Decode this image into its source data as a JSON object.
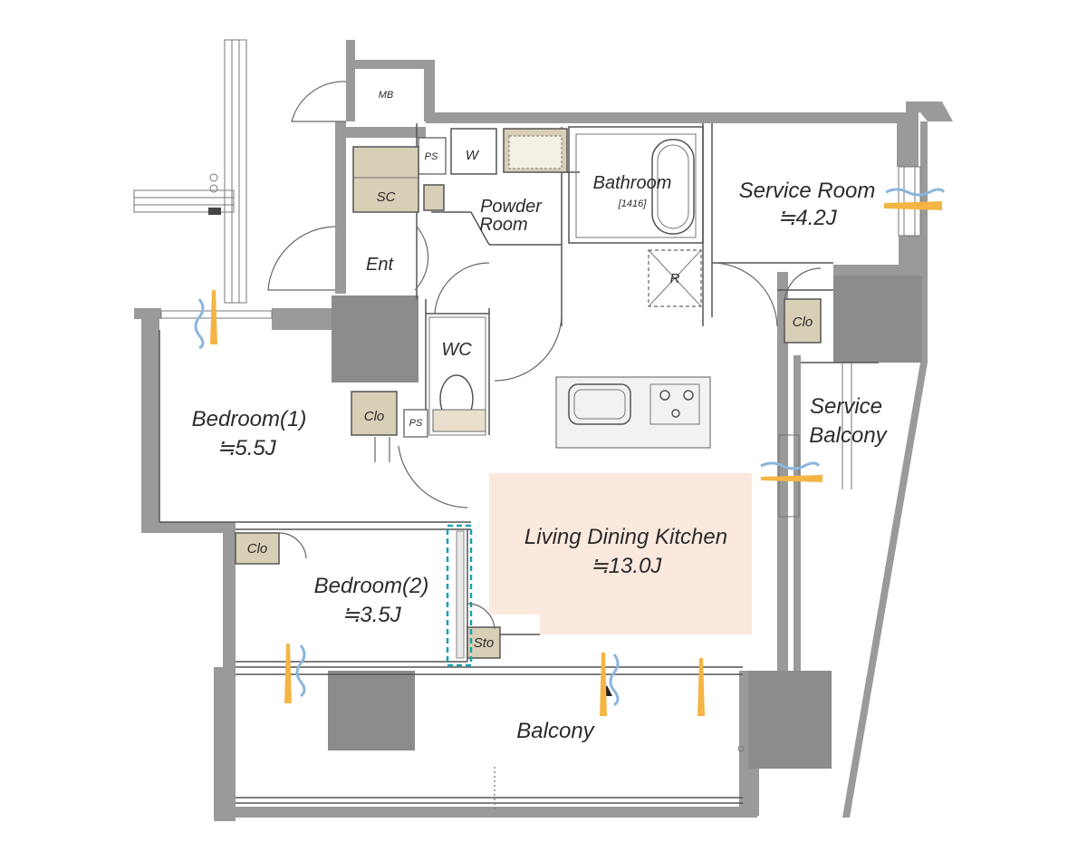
{
  "colors": {
    "wall": "#9a9a9a",
    "storage": "#d8cfb7",
    "ldk_highlight": "#fbe9de",
    "wind_blue": "#8ab6dc",
    "wind_orange": "#f4b545",
    "dashed_marker": "#1aa0b0"
  },
  "rooms": {
    "mb": "MB",
    "ps_top": "PS",
    "w": "W",
    "sc": "SC",
    "powder_room_line1": "Powder",
    "powder_room_line2": "Room",
    "bathroom": "Bathroom",
    "bathroom_size": "[1416]",
    "entrance": "Ent",
    "r": "R",
    "service_room": "Service Room",
    "service_room_area": "≒4.2J",
    "clo_service": "Clo",
    "service_balcony_line1": "Service",
    "service_balcony_line2": "Balcony",
    "wc": "WC",
    "clo_bed1": "Clo",
    "ps_bottom": "PS",
    "bedroom1": "Bedroom(1)",
    "bedroom1_area": "≒5.5J",
    "ldk": "Living Dining Kitchen",
    "ldk_area": "≒13.0J",
    "clo_bed2": "Clo",
    "bedroom2": "Bedroom(2)",
    "bedroom2_area": "≒3.5J",
    "sto": "Sto",
    "balcony": "Balcony"
  },
  "icons": {
    "wind_arrow": "wind-flow-icon",
    "door_swing": "door-swing-icon",
    "stove": "gas-stove-icon",
    "sink": "sink-icon",
    "toilet": "toilet-icon",
    "bathtub": "bathtub-icon",
    "entry_marker": "entry-triangle-icon"
  }
}
